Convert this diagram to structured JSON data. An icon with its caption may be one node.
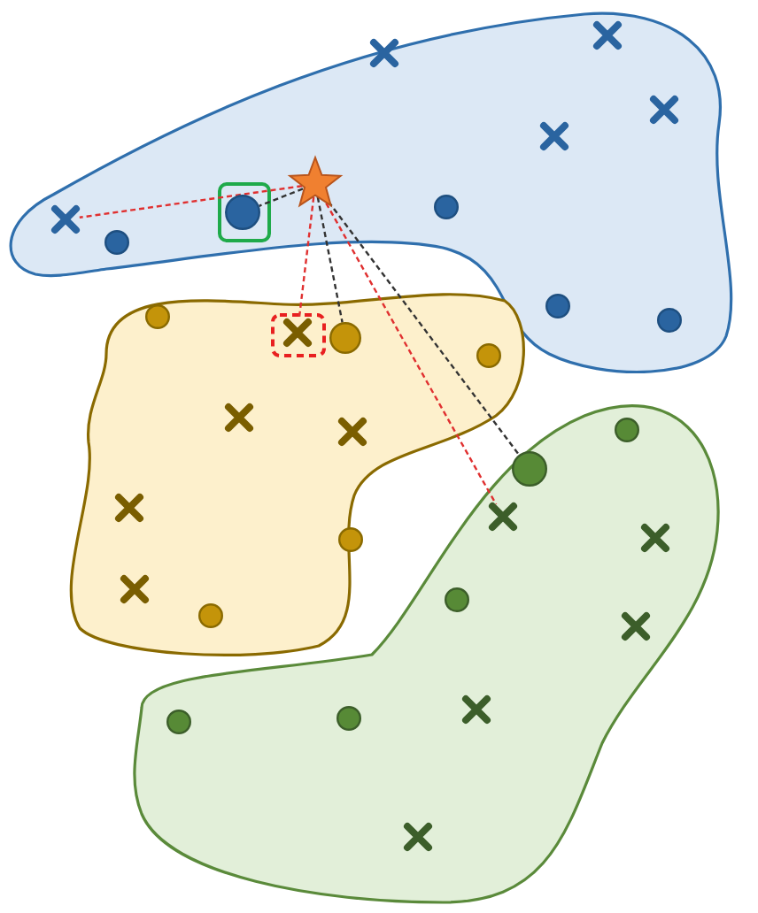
{
  "diagram": {
    "nodes": [
      {
        "text": [],
        "shape": "star"
      },
      {
        "text": [],
        "shape": "cross"
      },
      {
        "text": [],
        "shape": "cross"
      },
      {
        "text": [],
        "shape": "cross"
      },
      {
        "text": [],
        "shape": "cross"
      },
      {
        "text": [],
        "shape": "cross"
      },
      {
        "text": [],
        "shape": "circle"
      },
      {
        "text": [],
        "shape": "circle"
      },
      {
        "text": [],
        "shape": "circle"
      },
      {
        "text": [],
        "shape": "circle"
      },
      {
        "text": [],
        "shape": "circle"
      },
      {
        "text": [],
        "shape": "circle"
      },
      {
        "text": [],
        "shape": "cross"
      },
      {
        "text": [],
        "shape": "circle"
      },
      {
        "text": [],
        "shape": "circle"
      },
      {
        "text": [],
        "shape": "cross"
      },
      {
        "text": [],
        "shape": "cross"
      },
      {
        "text": [],
        "shape": "cross"
      },
      {
        "text": [],
        "shape": "circle"
      },
      {
        "text": [],
        "shape": "cross"
      },
      {
        "text": [],
        "shape": "circle"
      },
      {
        "text": [],
        "shape": "circle"
      },
      {
        "text": [],
        "shape": "circle"
      },
      {
        "text": [],
        "shape": "cross"
      },
      {
        "text": [],
        "shape": "cross"
      },
      {
        "text": [],
        "shape": "circle"
      },
      {
        "text": [],
        "shape": "cross"
      },
      {
        "text": [],
        "shape": "cross"
      },
      {
        "text": [],
        "shape": "circle"
      },
      {
        "text": [],
        "shape": "circle"
      },
      {
        "text": [],
        "shape": "cross"
      }
    ],
    "edges": [
      {
        "from": 0,
        "to": 5,
        "arrow": "none",
        "style": "dashed",
        "color": "#e03030"
      },
      {
        "from": 0,
        "to": 7,
        "arrow": "none",
        "style": "dashed",
        "color": "#333333"
      },
      {
        "from": 0,
        "to": 12,
        "arrow": "none",
        "style": "dashed",
        "color": "#e03030"
      },
      {
        "from": 0,
        "to": 13,
        "arrow": "none",
        "style": "dashed",
        "color": "#333333"
      },
      {
        "from": 0,
        "to": 23,
        "arrow": "none",
        "style": "dashed",
        "color": "#e03030"
      },
      {
        "from": 0,
        "to": 22,
        "arrow": "none",
        "style": "dashed",
        "color": "#333333"
      }
    ]
  }
}
